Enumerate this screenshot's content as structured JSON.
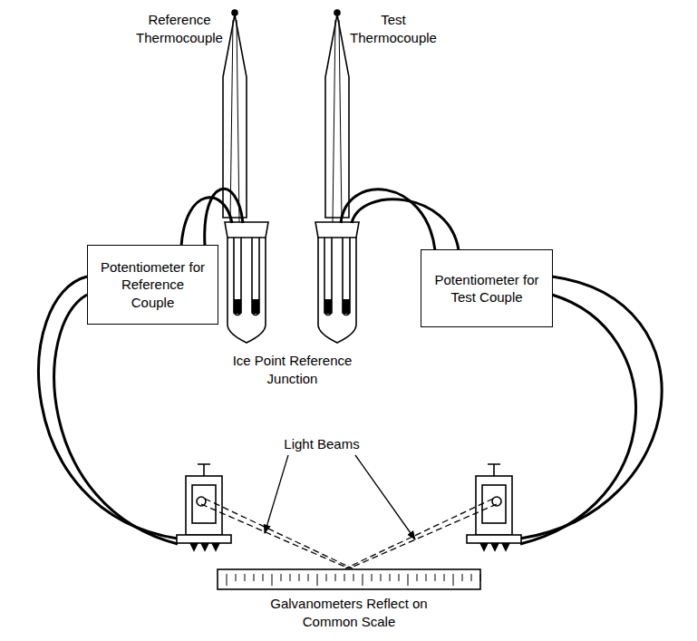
{
  "diagram": {
    "nodes": [
      {
        "text": [
          "Potentiometer for Reference Couple"
        ]
      },
      {
        "text": [
          "Potentiometer for Test Couple"
        ]
      }
    ],
    "labels": [
      "Reference Thermocouple",
      "Test Thermocouple",
      "Ice Point Reference Junction",
      "Light Beams",
      "Galvanometers Reflect on Common Scale"
    ]
  }
}
